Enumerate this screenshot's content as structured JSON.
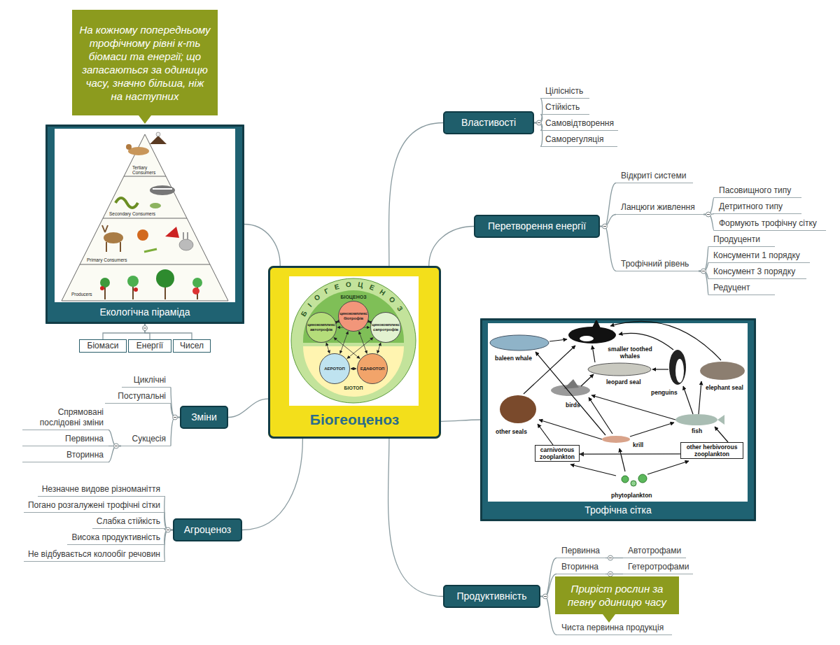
{
  "diagram": {
    "nodes": [
      {
        "text": [
          "Біогеоценоз"
        ]
      },
      {
        "text": [
          "БІОЦЕНОЗ"
        ],
        "in": 0
      },
      {
        "text": [
          "ценокомплекс автотрофів"
        ],
        "in": 1
      },
      {
        "text": [
          "ценокомплекс біотрофів"
        ],
        "in": 1
      },
      {
        "text": [
          "ценокомплекс сапротрофів"
        ],
        "in": 1
      },
      {
        "text": [
          "БІОТОП"
        ],
        "in": 0
      },
      {
        "text": [
          "АЕРОТОП"
        ],
        "in": 5
      },
      {
        "text": [
          "ЕДАФОТОП"
        ],
        "in": 5
      },
      {
        "text": [
          "На кожному попередньому трофічному рівні к-ть біомаси та енергії; що запасаються за одиницю часу, значно більша, ніж на наступних"
        ]
      },
      {
        "text": [
          "Екологічна піраміда"
        ]
      },
      {
        "text": [
          "Біомаси"
        ]
      },
      {
        "text": [
          "Енергії"
        ]
      },
      {
        "text": [
          "Чисел"
        ]
      },
      {
        "text": [
          "Зміни"
        ]
      },
      {
        "text": [
          "Циклічні"
        ]
      },
      {
        "text": [
          "Поступальні"
        ]
      },
      {
        "text": [
          "Сукцесія"
        ]
      },
      {
        "text": [
          "Спрямовані послідовні зміни"
        ]
      },
      {
        "text": [
          "Первинна"
        ]
      },
      {
        "text": [
          "Вторинна"
        ]
      },
      {
        "text": [
          "Агроценоз"
        ]
      },
      {
        "text": [
          "Незначне видове різноманіття"
        ]
      },
      {
        "text": [
          "Погано розгалужені трофічні сітки"
        ]
      },
      {
        "text": [
          "Слабка стійкість"
        ]
      },
      {
        "text": [
          "Висока продуктивність"
        ]
      },
      {
        "text": [
          "Не відбувається колообіг речовин"
        ]
      },
      {
        "text": [
          "Властивості"
        ]
      },
      {
        "text": [
          "Цілісність"
        ]
      },
      {
        "text": [
          "Стійкість"
        ]
      },
      {
        "text": [
          "Самовідтворення"
        ]
      },
      {
        "text": [
          "Саморегуляція"
        ]
      },
      {
        "text": [
          "Перетворення енергії"
        ]
      },
      {
        "text": [
          "Відкриті системи"
        ]
      },
      {
        "text": [
          "Ланцюги живлення"
        ]
      },
      {
        "text": [
          "Пасовищного типу"
        ]
      },
      {
        "text": [
          "Детритного типу"
        ]
      },
      {
        "text": [
          "Формують трофічну сітку"
        ]
      },
      {
        "text": [
          "Трофічний рівень"
        ]
      },
      {
        "text": [
          "Продуценти"
        ]
      },
      {
        "text": [
          "Консументи 1 порядку"
        ]
      },
      {
        "text": [
          "Консумент 3 порядку"
        ]
      },
      {
        "text": [
          "Редуцент"
        ]
      },
      {
        "text": [
          "Трофічна сітка"
        ]
      },
      {
        "text": [
          "carnivorous zooplankton"
        ],
        "in": 42
      },
      {
        "text": [
          "other herbivorous zooplankton"
        ],
        "in": 42
      },
      {
        "text": [
          "Продуктивність"
        ]
      },
      {
        "text": [
          "Первинна"
        ]
      },
      {
        "text": [
          "Автотрофами"
        ]
      },
      {
        "text": [
          "Вторинна"
        ]
      },
      {
        "text": [
          "Гетеротрофами"
        ]
      },
      {
        "text": [
          "Приріст рослин за певну одиницю часу"
        ]
      },
      {
        "text": [
          "Чиста первинна продукція"
        ]
      }
    ],
    "edges": [
      {
        "from": 0,
        "to": 9,
        "arrow": "none"
      },
      {
        "from": 0,
        "to": 13,
        "arrow": "none"
      },
      {
        "from": 0,
        "to": 20,
        "arrow": "none"
      },
      {
        "from": 0,
        "to": 26,
        "arrow": "none"
      },
      {
        "from": 0,
        "to": 31,
        "arrow": "none"
      },
      {
        "from": 0,
        "to": 42,
        "arrow": "none"
      },
      {
        "from": 0,
        "to": 45,
        "arrow": "none"
      },
      {
        "from": 9,
        "to": 10,
        "arrow": "none"
      },
      {
        "from": 9,
        "to": 11,
        "arrow": "none"
      },
      {
        "from": 9,
        "to": 12,
        "arrow": "none"
      },
      {
        "from": 13,
        "to": 14,
        "arrow": "none"
      },
      {
        "from": 13,
        "to": 15,
        "arrow": "none"
      },
      {
        "from": 13,
        "to": 16,
        "arrow": "none"
      },
      {
        "from": 16,
        "to": 17,
        "arrow": "none"
      },
      {
        "from": 16,
        "to": 18,
        "arrow": "none"
      },
      {
        "from": 16,
        "to": 19,
        "arrow": "none"
      },
      {
        "from": 20,
        "to": 21,
        "arrow": "none"
      },
      {
        "from": 20,
        "to": 22,
        "arrow": "none"
      },
      {
        "from": 20,
        "to": 23,
        "arrow": "none"
      },
      {
        "from": 20,
        "to": 24,
        "arrow": "none"
      },
      {
        "from": 20,
        "to": 25,
        "arrow": "none"
      },
      {
        "from": 26,
        "to": 27,
        "arrow": "none"
      },
      {
        "from": 26,
        "to": 28,
        "arrow": "none"
      },
      {
        "from": 26,
        "to": 29,
        "arrow": "none"
      },
      {
        "from": 26,
        "to": 30,
        "arrow": "none"
      },
      {
        "from": 31,
        "to": 32,
        "arrow": "none"
      },
      {
        "from": 31,
        "to": 33,
        "arrow": "none"
      },
      {
        "from": 31,
        "to": 37,
        "arrow": "none"
      },
      {
        "from": 33,
        "to": 34,
        "arrow": "none"
      },
      {
        "from": 33,
        "to": 35,
        "arrow": "none"
      },
      {
        "from": 33,
        "to": 36,
        "arrow": "none"
      },
      {
        "from": 37,
        "to": 38,
        "arrow": "none"
      },
      {
        "from": 37,
        "to": 39,
        "arrow": "none"
      },
      {
        "from": 37,
        "to": 40,
        "arrow": "none"
      },
      {
        "from": 37,
        "to": 41,
        "arrow": "none"
      },
      {
        "from": 45,
        "to": 46,
        "arrow": "none"
      },
      {
        "from": 45,
        "to": 48,
        "arrow": "none"
      },
      {
        "from": 45,
        "to": 51,
        "arrow": "none"
      },
      {
        "from": 46,
        "to": 47,
        "arrow": "none"
      },
      {
        "from": 48,
        "to": 49,
        "arrow": "none"
      },
      {
        "from": 44,
        "to": 43,
        "arrow": "to"
      },
      {
        "from": 2,
        "to": 3,
        "arrow": "both"
      },
      {
        "from": 3,
        "to": 4,
        "arrow": "both"
      },
      {
        "from": 2,
        "to": 4,
        "arrow": "both"
      },
      {
        "from": 2,
        "to": 6,
        "arrow": "both"
      },
      {
        "from": 2,
        "to": 7,
        "arrow": "both"
      },
      {
        "from": 3,
        "to": 6,
        "arrow": "both"
      },
      {
        "from": 3,
        "to": 7,
        "arrow": "both"
      },
      {
        "from": 4,
        "to": 6,
        "arrow": "both"
      },
      {
        "from": 4,
        "to": 7,
        "arrow": "both"
      },
      {
        "from": 6,
        "to": 7,
        "arrow": "both"
      }
    ],
    "labels": [
      "БІОГЕОЦЕНОЗ",
      "Tertiary Consumers",
      "Secondary Consumers",
      "Primary Consumers",
      "Producers",
      "baleen whale",
      "smaller toothed whales",
      "leopard seal",
      "penguins",
      "elephant seal",
      "birds",
      "other seals",
      "fish",
      "krill",
      "phytoplankton"
    ]
  }
}
